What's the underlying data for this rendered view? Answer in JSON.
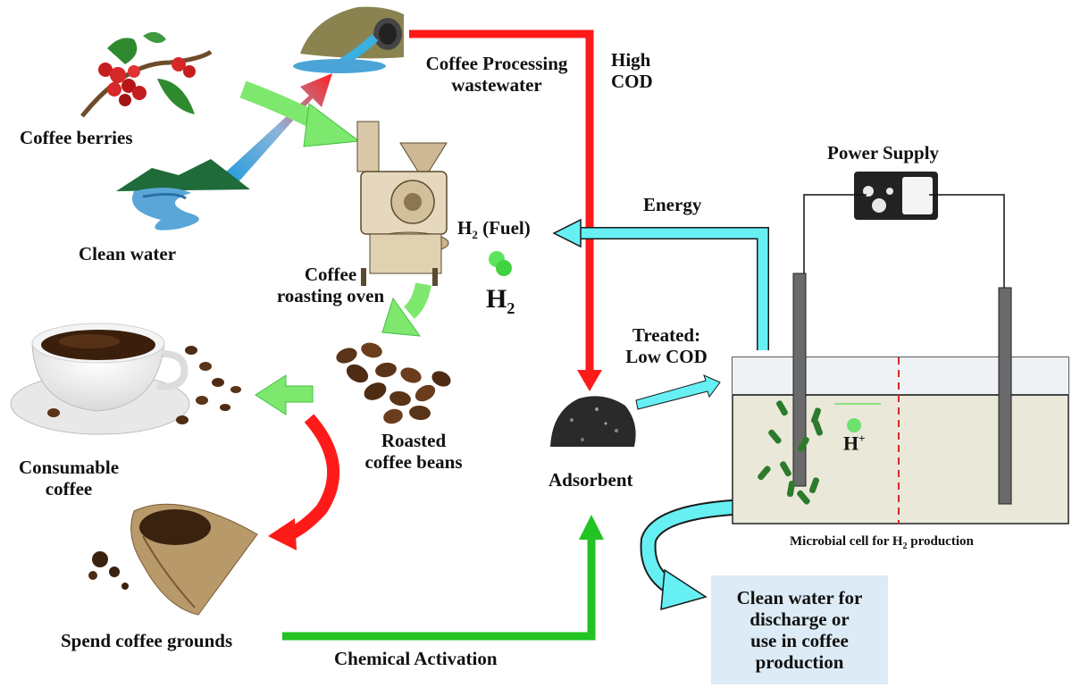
{
  "labels": {
    "coffee_berries": "Coffee berries",
    "clean_water": "Clean water",
    "coffee_processing_wastewater_line1": "Coffee Processing",
    "coffee_processing_wastewater_line2": "wastewater",
    "high_cod_line1": "High",
    "high_cod_line2": "COD",
    "roasting_oven_line1": "Coffee",
    "roasting_oven_line2": "roasting oven",
    "h2_fuel_prefix": "H",
    "h2_fuel_sub": "2",
    "h2_fuel_suffix": " (Fuel)",
    "h2_big": "H",
    "h2_big_sub": "2",
    "energy": "Energy",
    "power_supply": "Power Supply",
    "treated_line1": "Treated:",
    "treated_line2": "Low COD",
    "roasted_beans_line1": "Roasted",
    "roasted_beans_line2": "coffee beans",
    "consumable_line1": "Consumable",
    "consumable_line2": "coffee",
    "adsorbent": "Adsorbent",
    "h_plus": "H",
    "h_plus_sup": "+",
    "microbial_cell_prefix": "Microbial cell for H",
    "microbial_cell_sub": "2",
    "microbial_cell_suffix": " production",
    "spend_grounds": "Spend coffee grounds",
    "chemical_activation": "Chemical Activation",
    "clean_water_box": "Clean water for\ndischarge or\nuse in coffee\nproduction"
  },
  "colors": {
    "red_arrow": "#ff1a1a",
    "green_arrow": "#22c322",
    "light_green_arrow": "#7ee86e",
    "cyan_arrow": "#66f0f4",
    "box_fill": "#dcebf5",
    "tank_liquid": "#e9e8d9",
    "membrane": "#d42a2a"
  }
}
